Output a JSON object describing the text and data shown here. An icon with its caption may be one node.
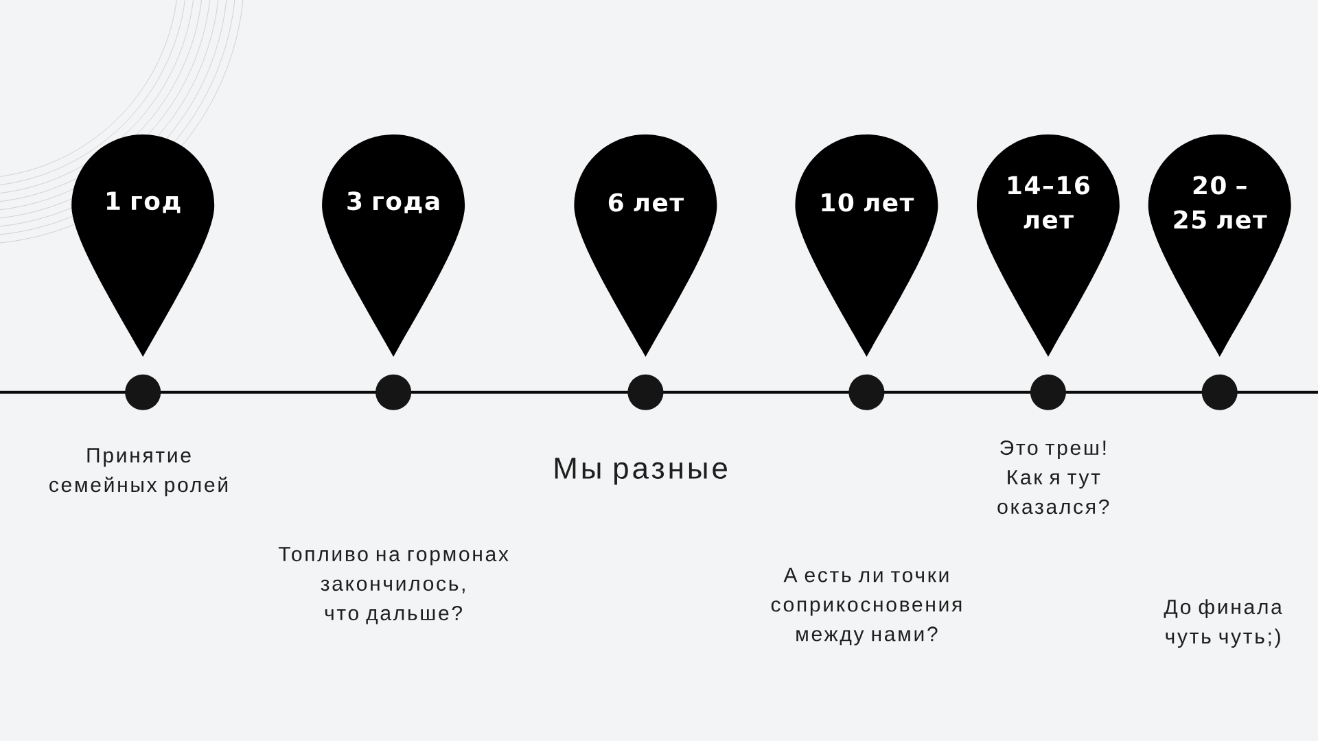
{
  "diagram": {
    "nodes": [
      {
        "text": [
          "1 год"
        ]
      },
      {
        "text": [
          "3 года"
        ]
      },
      {
        "text": [
          "6 лет"
        ]
      },
      {
        "text": [
          "10 лет"
        ]
      },
      {
        "text": [
          "14–16 лет"
        ]
      },
      {
        "text": [
          "20 – 25 лет"
        ]
      }
    ],
    "labels": [
      "Принятие семейных ролей",
      "Мы разные",
      "Это треш! Как я тут оказался?",
      "Топливо на гормонах закончилось, что дальше?",
      "А есть ли точки соприкосновения между нами?",
      "До финала чуть чуть;)"
    ]
  }
}
